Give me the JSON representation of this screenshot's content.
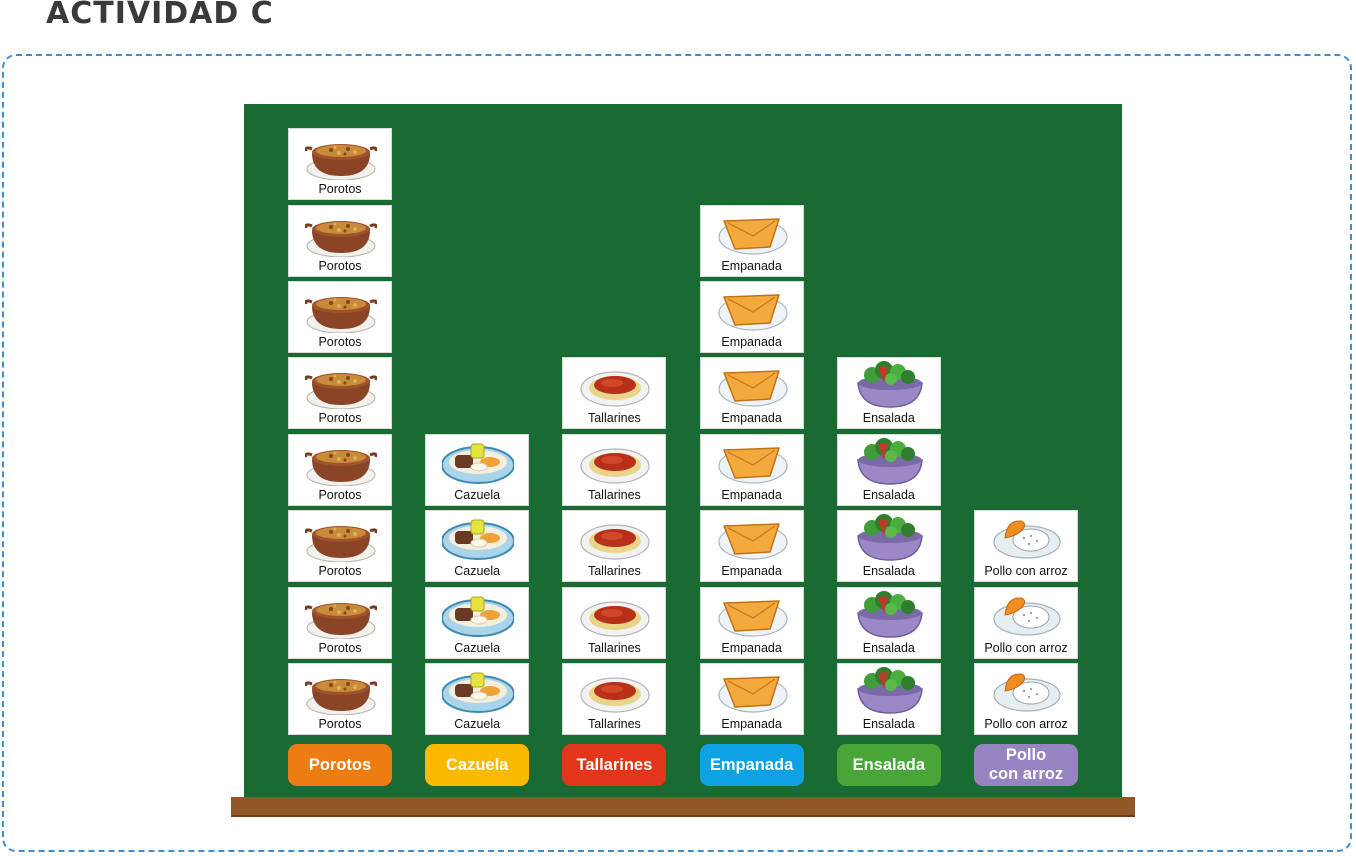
{
  "header": {
    "title": "ACTIVIDAD C"
  },
  "chart_data": {
    "type": "bar",
    "categories": [
      "Porotos",
      "Cazuela",
      "Tallarines",
      "Empanada",
      "Ensalada",
      "Pollo con arroz"
    ],
    "category_labels": [
      "Porotos",
      "Cazuela",
      "Tallarines",
      "Empanada",
      "Ensalada",
      "Pollo\ncon arroz"
    ],
    "values": [
      8,
      4,
      5,
      7,
      5,
      3
    ],
    "card_labels": [
      "Porotos",
      "Cazuela",
      "Tallarines",
      "Empanada",
      "Ensalada",
      "Pollo con arroz"
    ],
    "label_colors": [
      "#ee7d11",
      "#fbb900",
      "#e23519",
      "#0ea2e2",
      "#48a638",
      "#9584bf"
    ],
    "icons": [
      "beans-bowl-icon",
      "soup-bowl-icon",
      "spaghetti-plate-icon",
      "empanada-plate-icon",
      "salad-bowl-icon",
      "chicken-rice-plate-icon"
    ],
    "title": "",
    "xlabel": "",
    "ylabel": "",
    "ylim": [
      0,
      8
    ],
    "grid": false
  }
}
